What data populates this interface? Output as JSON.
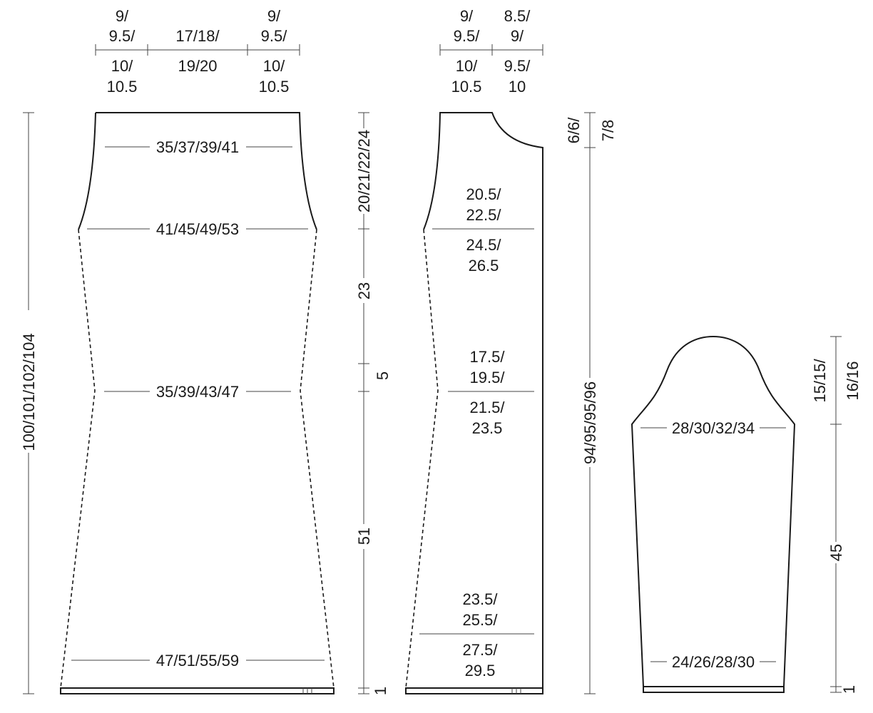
{
  "back": {
    "top_widths": [
      [
        "9/",
        "9.5/",
        "10/",
        "10.5"
      ],
      [
        "17/18/",
        "19/20"
      ],
      [
        "9/",
        "9.5/",
        "10/",
        "10.5"
      ]
    ],
    "widths": [
      "35/37/39/41",
      "41/45/49/53",
      "35/39/43/47",
      "47/51/55/59"
    ],
    "total_length": "100/101/102/104",
    "segments": [
      "20/21/22/24",
      "23",
      "5",
      "51",
      "1"
    ]
  },
  "front": {
    "top_widths": [
      [
        "9/",
        "9.5/",
        "10/",
        "10.5"
      ],
      [
        "8.5/",
        "9/",
        "9.5/",
        "10"
      ]
    ],
    "half_widths": [
      [
        "20.5/",
        "22.5/",
        "24.5/",
        "26.5"
      ],
      [
        "17.5/",
        "19.5/",
        "21.5/",
        "23.5"
      ],
      [
        "23.5/",
        "25.5/",
        "27.5/",
        "29.5"
      ]
    ],
    "neck_depth": [
      "6/6/",
      "7/8"
    ],
    "length": "94/95/95/96"
  },
  "sleeve": {
    "widths": [
      "28/30/32/34",
      "24/26/28/30"
    ],
    "cap_height": [
      "15/15/",
      "16/16"
    ],
    "length": "45",
    "cuff": "1"
  }
}
